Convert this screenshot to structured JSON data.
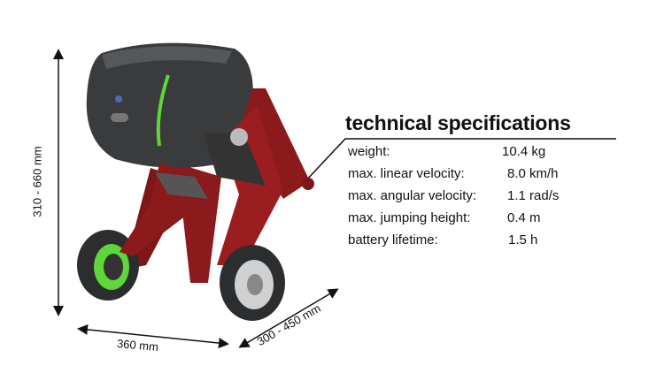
{
  "specs": {
    "title": "technical specifications",
    "rows": [
      {
        "label": "weight:",
        "value": "10.4 kg"
      },
      {
        "label": "max. linear velocity:",
        "value": "8.0 km/h"
      },
      {
        "label": "max. angular velocity:",
        "value": "1.1 rad/s"
      },
      {
        "label": "max. jumping height:",
        "value": "0.4 m"
      },
      {
        "label": "battery lifetime:",
        "value": "1.5 h"
      }
    ]
  },
  "dimensions": {
    "height": "310 - 660 mm",
    "width": "360 mm",
    "depth": "300 - 450 mm"
  },
  "colors": {
    "frame": "#8b1a1c",
    "body": "#3a3b3d",
    "accent": "#5fd63a"
  }
}
